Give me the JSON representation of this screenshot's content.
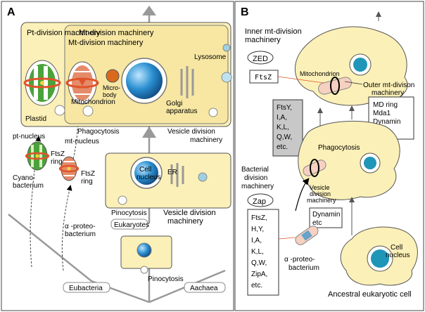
{
  "panel_a": {
    "letter": "A",
    "pt_division": "Pt-division machinery",
    "mt_division": "Mt-division machinery",
    "microbody": "Micro-\nbody",
    "lysosome": "Lysosome",
    "plastid": "Plastid",
    "mitochondrion": "Mitochondrion",
    "golgi": "Golgi\napparatus",
    "pt_nucleus": "pt-nucleus",
    "phagocytosis": "Phagocytosis",
    "mt_nucleus": "mt-nucleus",
    "vesicle_division_top": "Vesicle division\nmachinery",
    "ftsz_ring_pt": "FtsZ\nring",
    "ftsz_ring_mt": "FtsZ\nring",
    "cyanobacterium": "Cyano-\nbacterium",
    "alpha_proteobacterium": "α -proteo-\nbacterium",
    "cell_nucleus": "Cell\nnucleus",
    "er": "ER",
    "pinocytosis_mid": "Pinocytosis",
    "vesicle_division_mid": "Vesicle division\nmachinery",
    "eukaryotes": "Eukaryotes",
    "pinocytosis_low": "Pinocytosis",
    "eubacteria": "Eubacteria",
    "aachaea": "Aachaea"
  },
  "panel_b": {
    "letter": "B",
    "inner_mt": "Inner mt-division\nmachinery",
    "zed": "ZED",
    "ftsz": "FtsZ",
    "mitochondrion": "Mitochondrion",
    "outer_mt": "Outer mt-divison\nmachinery",
    "md_list": "MD ring\nMda1\nDynamin\netc",
    "ftsy_list": "FtsY,\nI,A,\nK,L,\nQ,W,\netc.",
    "phagocytosis": "Phagocytosis",
    "bacterial_div": "Bacterial\ndivision\nmachinery",
    "zap": "Zap",
    "vesicle_div": "Vesicle\ndivision\nmachinery",
    "dynamin_list": "Dynamin\netc",
    "bact_list": "FtsZ,\nH,Y,\nI,A,\nK,L,\nQ,W,\nZipA,\netc.",
    "alpha_proteo": "α -proteo-\nbacterium",
    "cell_nucleus": "Cell\nnucleus",
    "ancestral": "Ancestral eukaryotic cell"
  },
  "colors": {
    "cell_fill": "#fbf0b8",
    "nucleus_blue": "#2a8fd0",
    "ftsz_ring_red": "#e0542a",
    "plastid_green": "#4aa33a",
    "mito_salmon": "#e48b6a",
    "grey_box": "#c8c8c8"
  }
}
